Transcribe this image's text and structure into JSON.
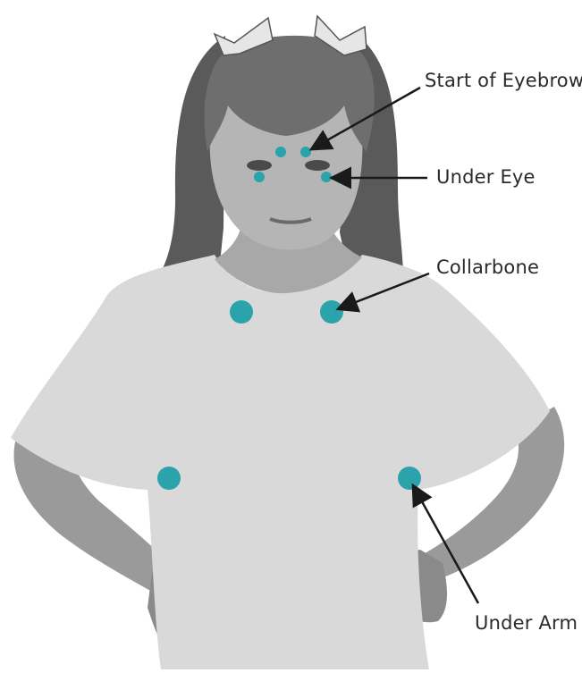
{
  "diagram": {
    "point_color": "#2aa3ab",
    "labels": {
      "eyebrow": "Start of Eyebrow",
      "under_eye": "Under Eye",
      "collarbone": "Collarbone",
      "under_arm": "Under Arm"
    }
  }
}
